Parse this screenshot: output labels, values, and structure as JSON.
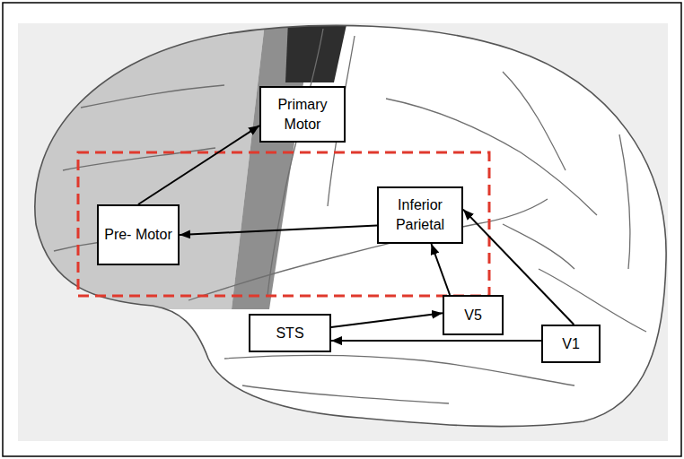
{
  "diagram": {
    "nodes": [
      {
        "text": [
          "Primary Motor"
        ]
      },
      {
        "text": [
          "Pre- Motor"
        ]
      },
      {
        "text": [
          "Inferior Parietal"
        ]
      },
      {
        "text": [
          "STS"
        ]
      },
      {
        "text": [
          "V5"
        ]
      },
      {
        "text": [
          "V1"
        ]
      }
    ],
    "edges": [
      {
        "from": 1,
        "to": 0,
        "arrow": "to"
      },
      {
        "from": 2,
        "to": 1,
        "arrow": "to"
      },
      {
        "from": 4,
        "to": 2,
        "arrow": "to"
      },
      {
        "from": 3,
        "to": 4,
        "arrow": "to"
      },
      {
        "from": 5,
        "to": 3,
        "arrow": "to"
      },
      {
        "from": 5,
        "to": 2,
        "arrow": "to"
      }
    ]
  }
}
